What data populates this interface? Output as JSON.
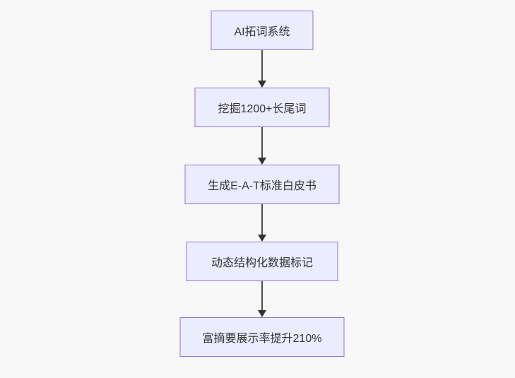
{
  "flowchart": {
    "title": "SEO AI flowchart",
    "nodes": [
      {
        "label": "AI拓词系统"
      },
      {
        "label": "挖掘1200+长尾词"
      },
      {
        "label": "生成E-A-T标准白皮书"
      },
      {
        "label": "动态结构化数据标记"
      },
      {
        "label": "富摘要展示率提升210%"
      }
    ],
    "colors": {
      "node_fill": "#ececff",
      "node_border": "#9370db",
      "edge_line": "#4d4d4d",
      "arrowhead": "#333333",
      "text": "#333333",
      "background": "#f8f8f8"
    }
  }
}
